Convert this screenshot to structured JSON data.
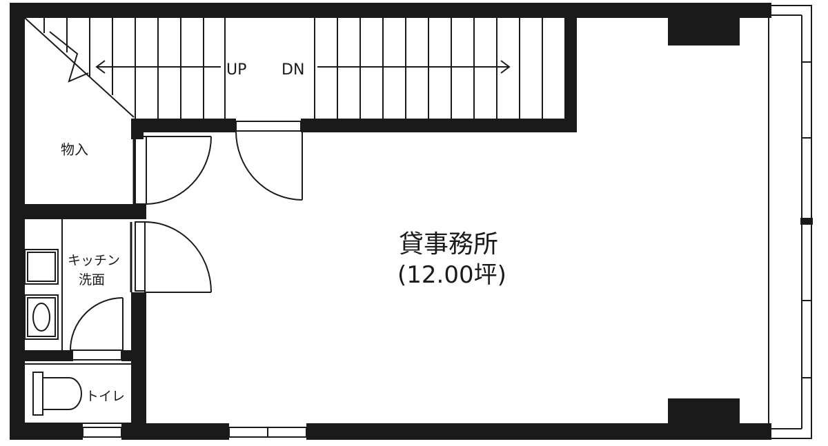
{
  "rooms": {
    "stair_up": "UP",
    "stair_down": "DN",
    "storage": "物入",
    "kitchen_line1": "キッチン",
    "kitchen_line2": "洗面",
    "toilet": "トイレ",
    "office_name": "貸事務所",
    "office_area": "(12.00坪)"
  },
  "colors": {
    "wall": "#1a1a1a",
    "paper": "#ffffff"
  }
}
